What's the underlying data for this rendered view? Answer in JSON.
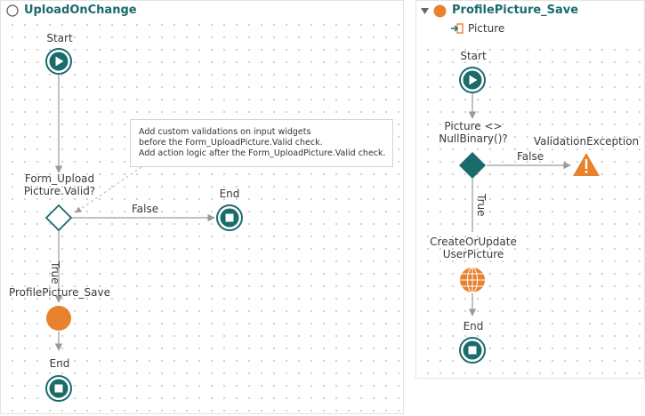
{
  "left_flow": {
    "title": "UploadOnChange",
    "start_label": "Start",
    "decision_label": "Form_Upload\nPicture.Valid?",
    "false_label": "False",
    "true_label": "True",
    "end_false_label": "End",
    "action_label": "ProfilePicture_Save",
    "end_true_label": "End",
    "comment_line1": "Add custom validations on input widgets",
    "comment_line2": "before the Form_UploadPicture.Valid check.",
    "comment_line3": "Add action logic after the Form_UploadPicture.Valid check."
  },
  "right_flow": {
    "title": "ProfilePicture_Save",
    "parameter": "Picture",
    "start_label": "Start",
    "decision_label": "Picture <>\nNullBinary()?",
    "false_label": "False",
    "exception_label": "ValidationException",
    "true_label": "True",
    "action_label": "CreateOrUpdate\nUserPicture",
    "end_label": "End"
  },
  "colors": {
    "teal": "#1b6b6b",
    "orange": "#e8822e",
    "connector": "#9a9a9a",
    "comment_line": "#b8b8b8"
  },
  "icons": {
    "left_header": "circle-outline-icon",
    "right_header_toggle": "triangle-down-icon",
    "right_header_action": "orange-circle-icon",
    "parameter": "input-parameter-icon"
  }
}
